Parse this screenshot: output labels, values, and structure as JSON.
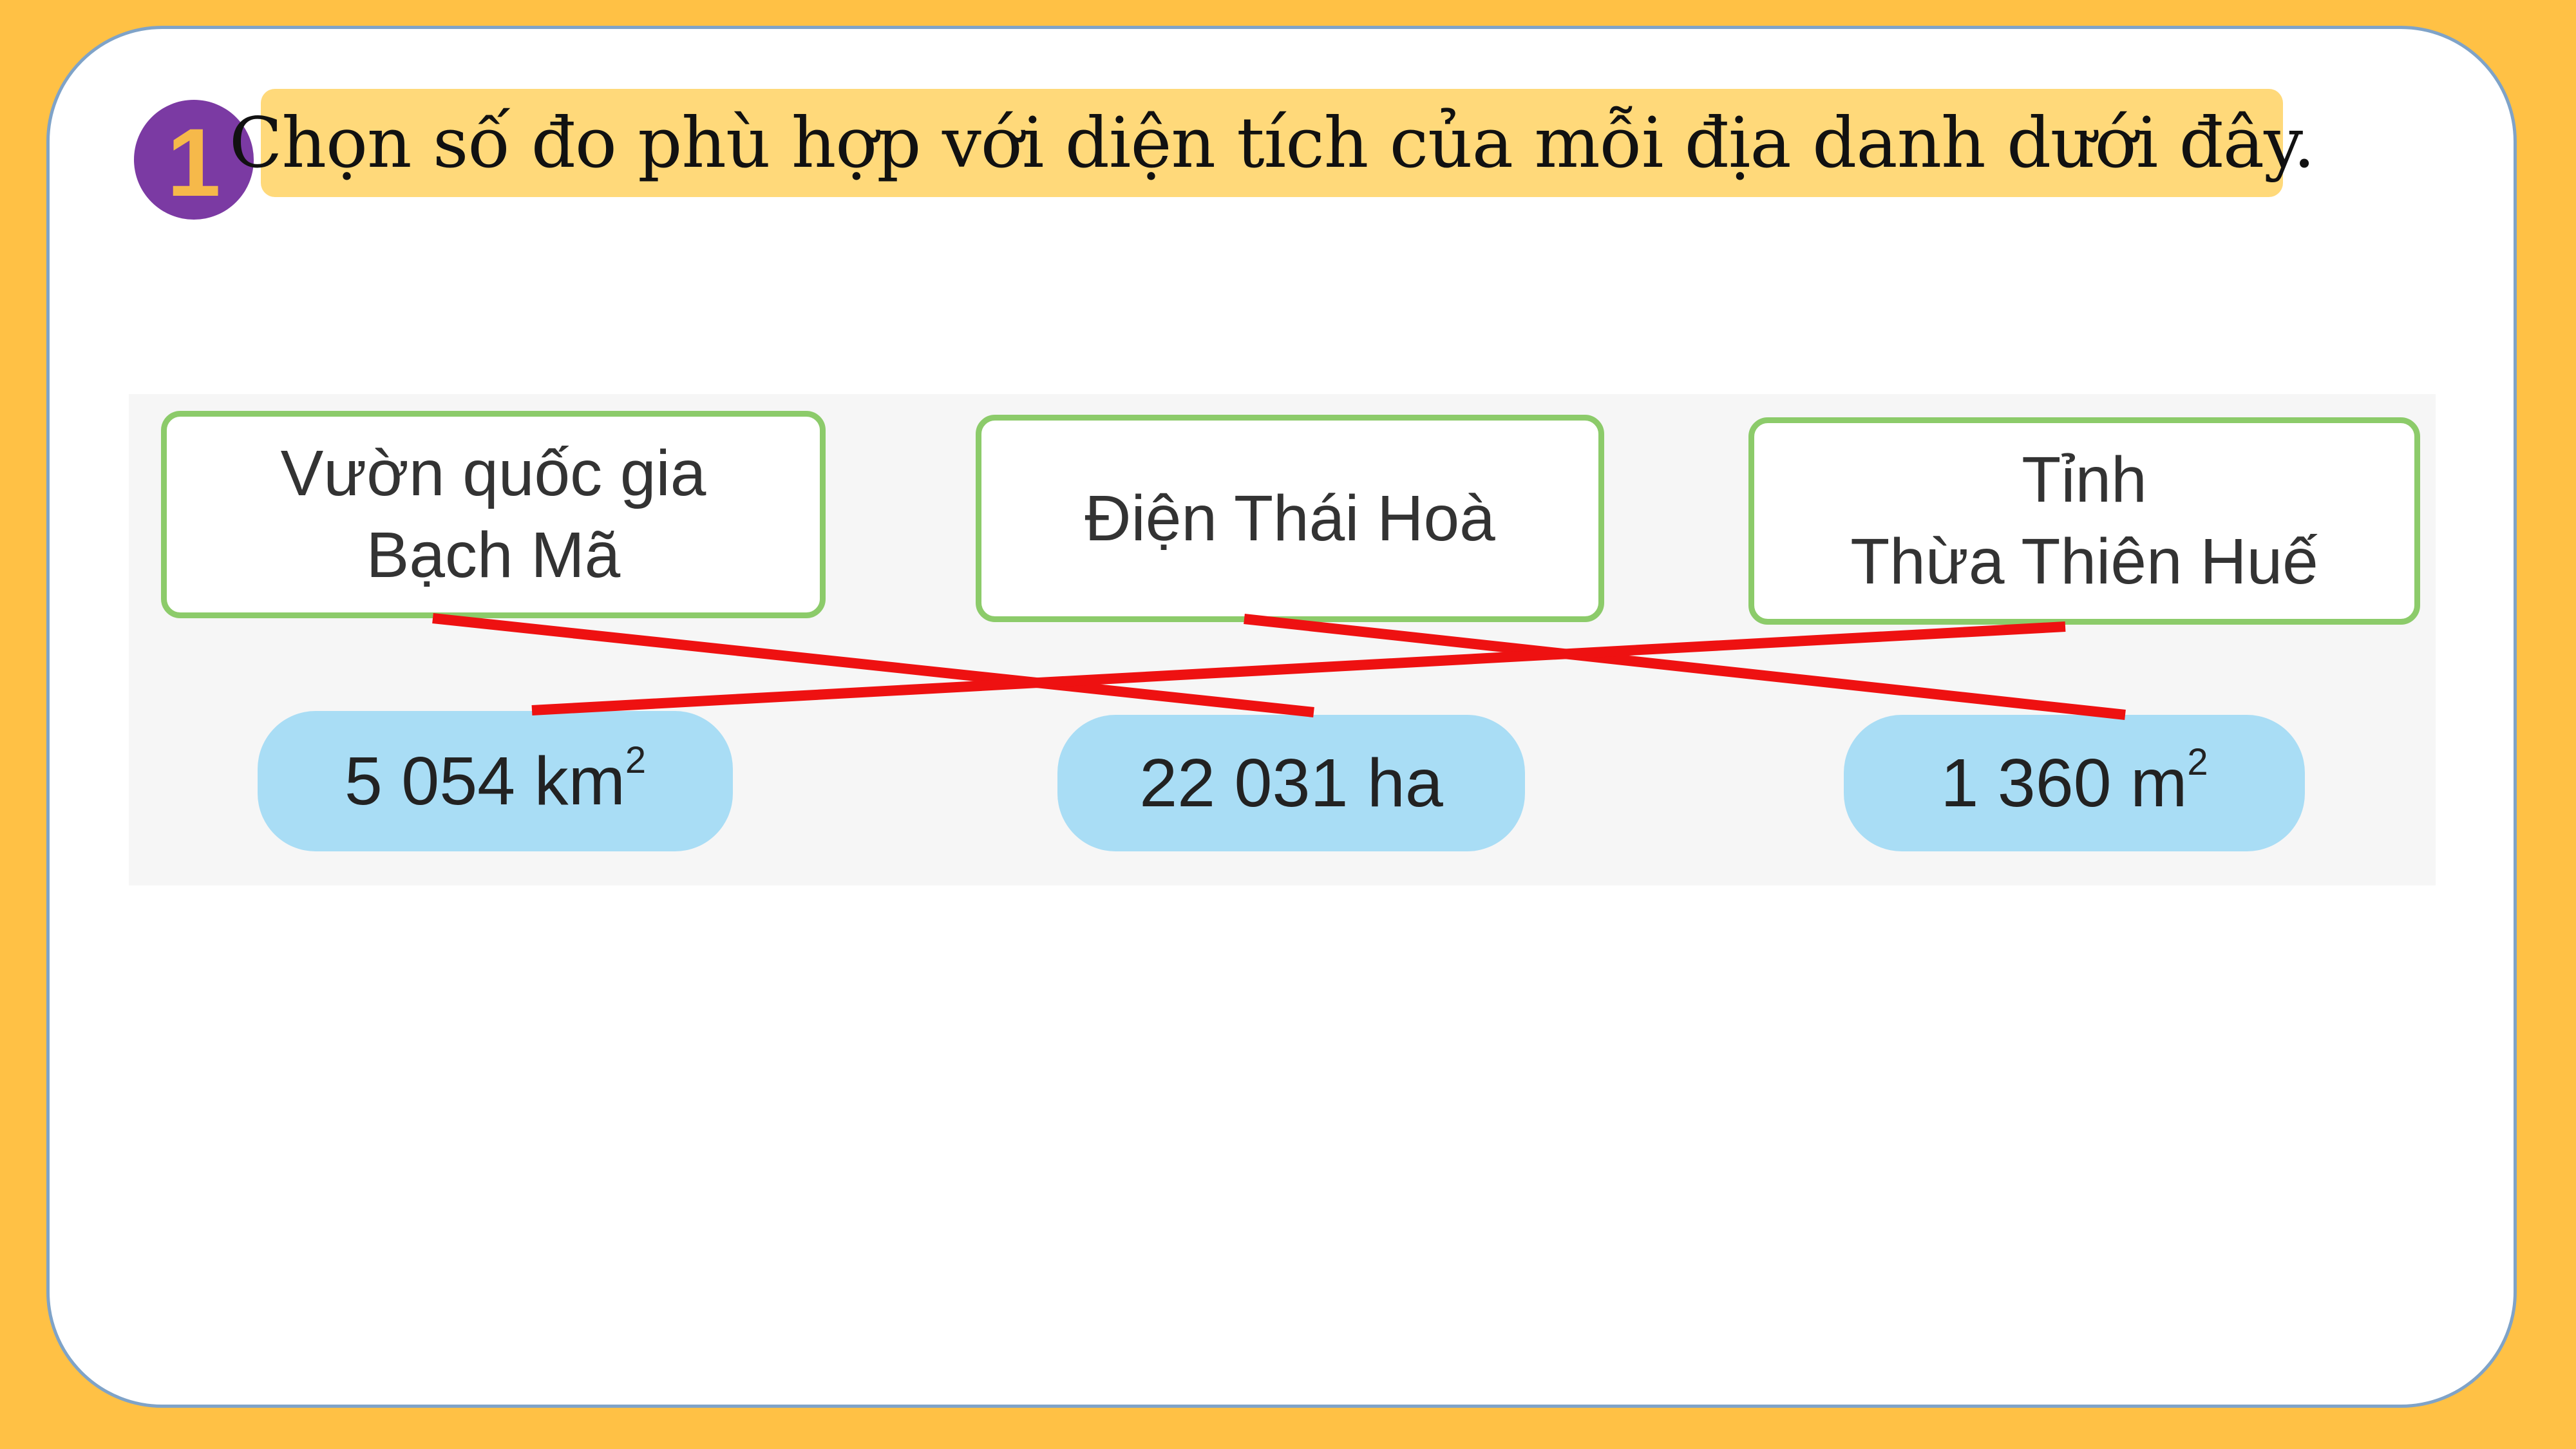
{
  "exercise": {
    "number": "1",
    "instruction": "Chọn số đo phù hợp với diện tích của mỗi địa danh dưới đây."
  },
  "places": [
    {
      "line1": "Vườn quốc gia",
      "line2": "Bạch Mã"
    },
    {
      "line1": "Điện Thái Hoà",
      "line2": ""
    },
    {
      "line1": "Tỉnh",
      "line2": "Thừa Thiên Huế"
    }
  ],
  "measures": [
    {
      "value": "5 054 km",
      "sup": "2"
    },
    {
      "value": "22 031 ha",
      "sup": ""
    },
    {
      "value": "1 360 m",
      "sup": "2"
    }
  ],
  "matches": [
    {
      "place": "Vườn quốc gia Bạch Mã",
      "measure": "22 031 ha"
    },
    {
      "place": "Điện Thái Hoà",
      "measure": "1 360 m2"
    },
    {
      "place": "Tỉnh Thừa Thiên Huế",
      "measure": "5 054 km2"
    }
  ],
  "colors": {
    "background": "#FFC145",
    "card": "#FFFFFF",
    "badge": "#7B3AA3",
    "badge_text": "#F6B94A",
    "banner": "#FFD97A",
    "place_border": "#8CCB6A",
    "pill": "#A9DDF5",
    "match_line": "#EE1111"
  }
}
